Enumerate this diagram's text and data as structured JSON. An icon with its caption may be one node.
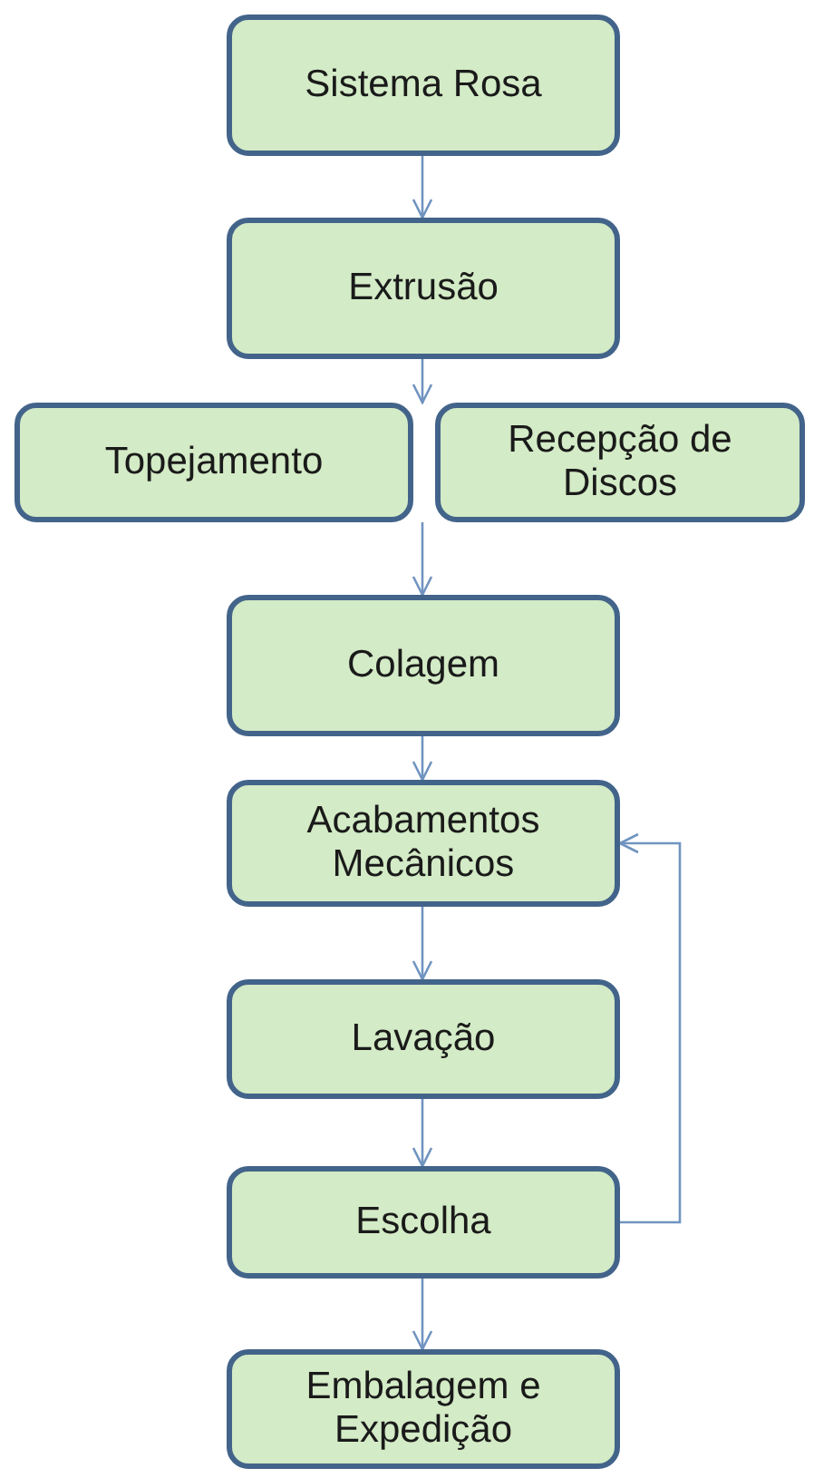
{
  "diagram": {
    "nodes": [
      {
        "text": [
          "Sistema Rosa"
        ]
      },
      {
        "text": [
          "Extrusão"
        ]
      },
      {
        "text": [
          "Topejamento"
        ]
      },
      {
        "text": [
          "Recepção de Discos"
        ]
      },
      {
        "text": [
          "Colagem"
        ]
      },
      {
        "text": [
          "Acabamentos Mecânicos"
        ]
      },
      {
        "text": [
          "Lavação"
        ]
      },
      {
        "text": [
          "Escolha"
        ]
      },
      {
        "text": [
          "Embalagem e Expedição"
        ]
      }
    ],
    "edges": [
      {
        "from": 0,
        "to": 1,
        "arrow": "to"
      },
      {
        "from": 1,
        "to": 2,
        "arrow": "to"
      },
      {
        "from": 1,
        "to": 3,
        "arrow": "to"
      },
      {
        "from": 2,
        "to": 4,
        "arrow": "to"
      },
      {
        "from": 3,
        "to": 4,
        "arrow": "to"
      },
      {
        "from": 4,
        "to": 5,
        "arrow": "to"
      },
      {
        "from": 5,
        "to": 6,
        "arrow": "to"
      },
      {
        "from": 6,
        "to": 7,
        "arrow": "to"
      },
      {
        "from": 7,
        "to": 5,
        "arrow": "to"
      },
      {
        "from": 7,
        "to": 8,
        "arrow": "to"
      }
    ]
  }
}
